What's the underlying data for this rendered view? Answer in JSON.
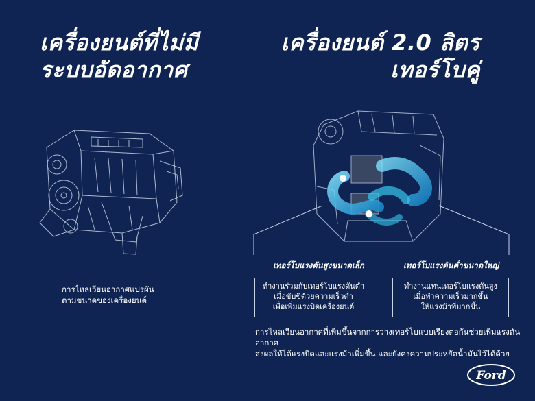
{
  "left": {
    "title_line1": "เครื่องยนต์ที่ไม่มี",
    "title_line2": "ระบบอัดอากาศ",
    "caption_line1": "การไหลเวียนอากาศแปรผัน",
    "caption_line2": "ตามขนาดของเครื่องยนต์"
  },
  "right": {
    "title_line1": "เครื่องยนต์ 2.0 ลิตร",
    "title_line2": "เทอร์โบคู่",
    "small_turbo": {
      "label": "เทอร์โบแรงดันสูงขนาดเล็ก",
      "line1": "ทำงานร่วมกับเทอร์โบแรงดันต่ำ",
      "line2": "เมื่อขับขี่ด้วยความเร็วต่ำ",
      "line3": "เพื่อเพิ่มแรงบิดเครื่องยนต์"
    },
    "large_turbo": {
      "label": "เทอร์โบแรงดันต่ำขนาดใหญ่",
      "line1": "ทำงานแทนเทอร์โบแรงดันสูง",
      "line2": "เมื่อทำความเร็วมากขึ้น",
      "line3": "ให้แรงม้าที่มากขึ้น"
    },
    "footer_line1": "การไหลเวียนอากาศที่เพิ่มขึ้นจากการวางเทอร์โบแบบเรียงต่อกันช่วยเพิ่มแรงดันอากาศ",
    "footer_line2": "ส่งผลให้ได้แรงบิดและแรงม้าเพิ่มขึ้น และยังคงความประหยัดน้ำมันไว้ได้ด้วย"
  },
  "brand": {
    "logo_text": "Ford",
    "background": "#0f2452",
    "glow": "#34c8f0"
  }
}
